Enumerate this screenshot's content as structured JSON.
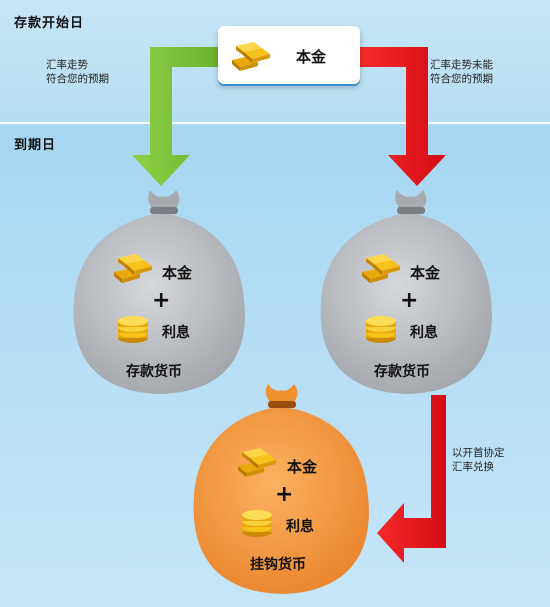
{
  "header": {
    "start_label": "存款开始日",
    "maturity_label": "到期日"
  },
  "principal": {
    "label": "本金"
  },
  "notes": {
    "left_line1": "汇率走势",
    "left_line2": "符合您的预期",
    "right_line1": "汇率走势未能",
    "right_line2": "符合您的预期",
    "convert_line1": "以开首协定",
    "convert_line2": "汇率兑换"
  },
  "bags": {
    "left": {
      "principal": "本金",
      "plus": "+",
      "interest": "利息",
      "currency": "存款货币"
    },
    "right": {
      "principal": "本金",
      "plus": "+",
      "interest": "利息",
      "currency": "存款货币"
    },
    "bottom": {
      "principal": "本金",
      "plus": "+",
      "interest": "利息",
      "currency": "挂钩货币"
    }
  },
  "colors": {
    "green_arrow": "#7cc13a",
    "red_arrow": "#e5101a",
    "gray_bag": "#b9bcc0",
    "orange_bag": "#f3973d"
  }
}
